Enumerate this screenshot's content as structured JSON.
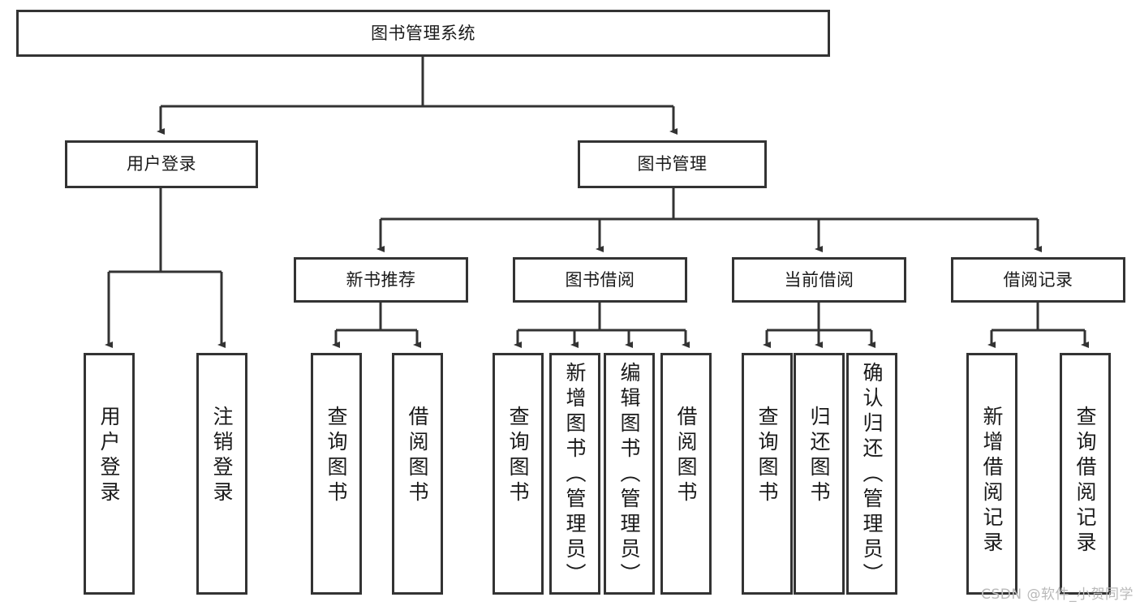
{
  "diagram": {
    "title": "图书管理系统",
    "type": "tree-hierarchy-diagram",
    "colors": {
      "box_border": "#333333",
      "box_fill": "#ffffff",
      "connector": "#333333",
      "text": "#1a1a1a",
      "watermark": "#b9b9b9"
    },
    "root": {
      "label": "图书管理系统",
      "name": "root-node-book-management-system"
    },
    "level2": [
      {
        "label": "用户登录",
        "name": "node-user-login"
      },
      {
        "label": "图书管理",
        "name": "node-book-management"
      }
    ],
    "level3": [
      {
        "label": "新书推荐",
        "name": "node-new-book-recommendation"
      },
      {
        "label": "图书借阅",
        "name": "node-book-borrow"
      },
      {
        "label": "当前借阅",
        "name": "node-current-borrow"
      },
      {
        "label": "借阅记录",
        "name": "node-borrow-record"
      }
    ],
    "leaves": [
      {
        "label": "用户登录",
        "name": "leaf-user-login"
      },
      {
        "label": "注销登录",
        "name": "leaf-logout"
      },
      {
        "label": "查询图书",
        "name": "leaf-query-book-rec"
      },
      {
        "label": "借阅图书",
        "name": "leaf-borrow-book-rec"
      },
      {
        "label": "查询图书",
        "name": "leaf-query-book-borrow"
      },
      {
        "label": "新增图书（管理员）",
        "name": "leaf-add-book-admin"
      },
      {
        "label": "编辑图书（管理员）",
        "name": "leaf-edit-book-admin"
      },
      {
        "label": "借阅图书",
        "name": "leaf-borrow-book"
      },
      {
        "label": "查询图书",
        "name": "leaf-query-book-current"
      },
      {
        "label": "归还图书",
        "name": "leaf-return-book"
      },
      {
        "label": "确认归还（管理员）",
        "name": "leaf-confirm-return-admin"
      },
      {
        "label": "新增借阅记录",
        "name": "leaf-add-borrow-record"
      },
      {
        "label": "查询借阅记录",
        "name": "leaf-query-borrow-record"
      }
    ]
  },
  "watermark": {
    "text": "CSDN @软件_小贺同学"
  }
}
